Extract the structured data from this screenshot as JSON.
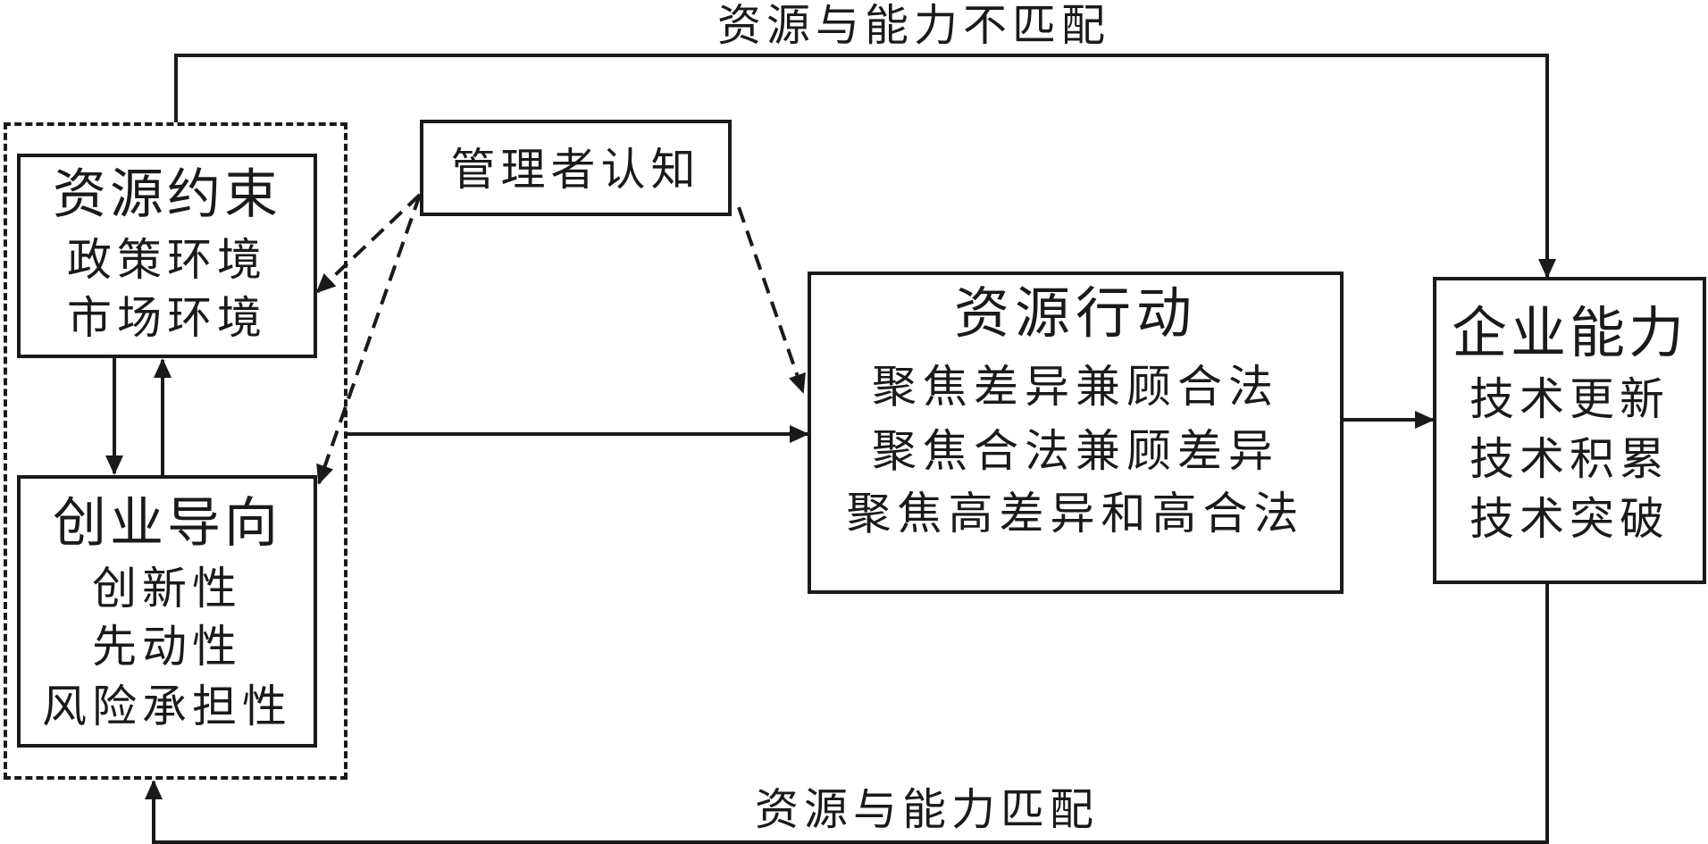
{
  "labels": {
    "mismatch": "资源与能力不匹配",
    "match": "资源与能力匹配"
  },
  "constraint": {
    "title": "资源约束",
    "items": [
      "政策环境",
      "市场环境"
    ]
  },
  "orientation": {
    "title": "创业导向",
    "items": [
      "创新性",
      "先动性",
      "风险承担性"
    ]
  },
  "cognition": {
    "title": "管理者认知"
  },
  "action": {
    "title": "资源行动",
    "items": [
      "聚焦差异兼顾合法",
      "聚焦合法兼顾差异",
      "聚焦高差异和高合法"
    ]
  },
  "capability": {
    "title": "企业能力",
    "items": [
      "技术更新",
      "技术积累",
      "技术突破"
    ]
  }
}
